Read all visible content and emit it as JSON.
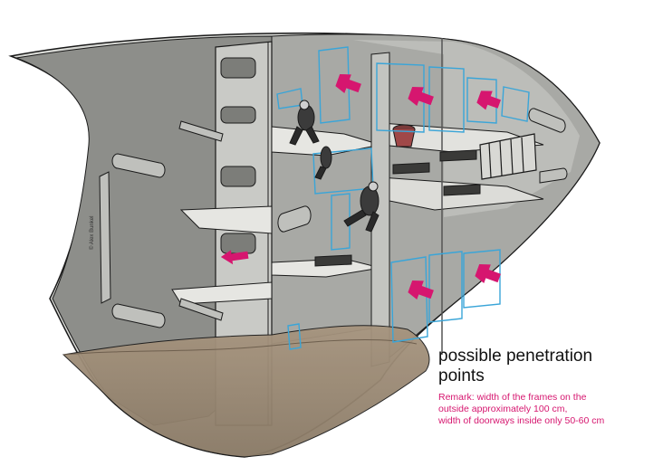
{
  "caption": {
    "title_line1": "possible penetration",
    "title_line2": "points",
    "remark_line1": "Remark: width of the frames on the",
    "remark_line2": "outside approximately 100 cm,",
    "remark_line3": "width of doorways inside only 50-60 cm"
  },
  "credit": "© Alex Bunkel",
  "colors": {
    "hull_outer": "#d8d9d5",
    "hull_inner": "#8d8e8a",
    "bulkhead": "#c9cac6",
    "deck": "#e6e6e2",
    "sediment": "#9b8a76",
    "frame": "#3aa5d8",
    "arrow": "#d6166f",
    "outline": "#1a1a1a"
  },
  "icons": {
    "arrow": "pink-arrow-icon",
    "diver": "diver-icon",
    "frame": "penetration-frame-icon"
  }
}
